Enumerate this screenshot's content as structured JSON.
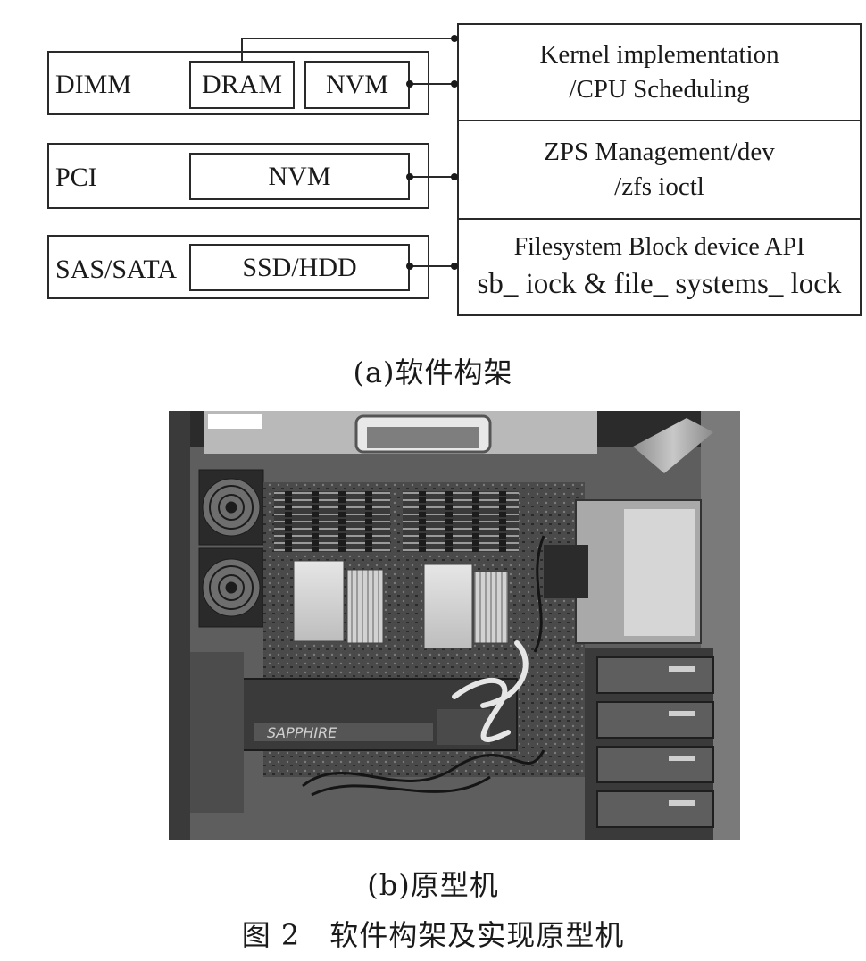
{
  "diagram": {
    "left_blocks": [
      {
        "label": "DIMM",
        "modules": [
          "DRAM",
          "NVM"
        ]
      },
      {
        "label": "PCI",
        "modules": [
          "NVM"
        ]
      },
      {
        "label": "SAS/SATA",
        "modules": [
          "SSD/HDD"
        ]
      }
    ],
    "right_blocks": [
      {
        "line1": "Kernel implementation",
        "line2": "/CPU Scheduling"
      },
      {
        "line1": "ZPS Management/dev",
        "line2": "/zfs ioctl"
      },
      {
        "line1": "Filesystem Block device API",
        "line2": "sb_ iock & file_ systems_ lock"
      }
    ]
  },
  "captions": {
    "a": "(a)软件构架",
    "b": "(b)原型机",
    "figure": "图 2　软件构架及实现原型机"
  },
  "photo": {
    "card_brand": "SAPPHIRE"
  }
}
